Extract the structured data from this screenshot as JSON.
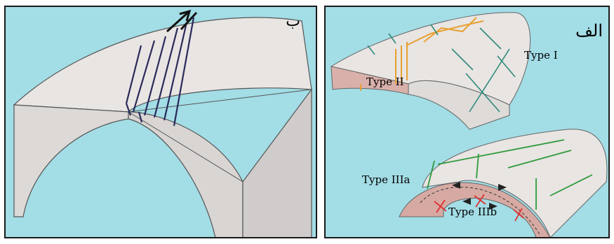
{
  "panel_b": {
    "label": "ب"
  },
  "panel_alef": {
    "label": "الف",
    "types": {
      "type1": "Type I",
      "type2": "Type II",
      "type3a": "Type IIIa",
      "type3b": "Type IIIb"
    }
  },
  "colors": {
    "background": "#a3dde6",
    "fold_top": "#e7e4e2",
    "fold_side": "#d8d5d3",
    "fold_front": "#d2aaa5",
    "type1_fractures": "#2e8b7a",
    "type2_fractures": "#e8a030",
    "type3a_fractures": "#2f9a3a",
    "type3b_fractures": "#e03030",
    "fault_lines": "#2a2a5a"
  }
}
